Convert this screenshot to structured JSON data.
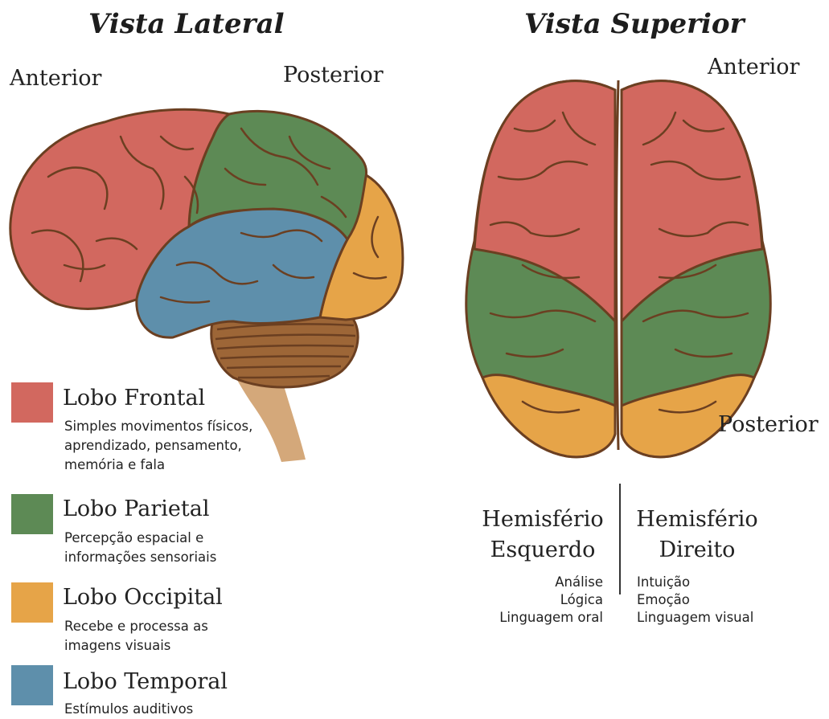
{
  "colors": {
    "frontal": "#d2685f",
    "parietal": "#5d8a55",
    "occipital": "#e6a448",
    "temporal": "#5e8fab",
    "cerebellum": "#9d6637",
    "brainstem": "#d4a87a",
    "outline": "#6b3f21"
  },
  "lateral": {
    "title": "Vista Lateral",
    "anterior": "Anterior",
    "posterior": "Posterior"
  },
  "superior": {
    "title": "Vista Superior",
    "anterior": "Anterior",
    "posterior": "Posterior"
  },
  "legend": [
    {
      "name": "Lobo Frontal",
      "desc": [
        "Simples movimentos físicos,",
        "aprendizado, pensamento,",
        "memória e fala"
      ]
    },
    {
      "name": "Lobo Parietal",
      "desc": [
        "Percepção espacial e",
        "informações sensoriais"
      ]
    },
    {
      "name": "Lobo Occipital",
      "desc": [
        "Recebe e processa as",
        "imagens visuais"
      ]
    },
    {
      "name": "Lobo Temporal",
      "desc": [
        "Estímulos auditivos"
      ]
    }
  ],
  "hemispheres": {
    "left": {
      "title_line1": "Hemisfério",
      "title_line2": "Esquerdo",
      "functions": [
        "Análise",
        "Lógica",
        "Linguagem oral"
      ]
    },
    "right": {
      "title_line1": "Hemisfério",
      "title_line2": "Direito",
      "functions": [
        "Intuição",
        "Emoção",
        "Linguagem visual"
      ]
    }
  }
}
